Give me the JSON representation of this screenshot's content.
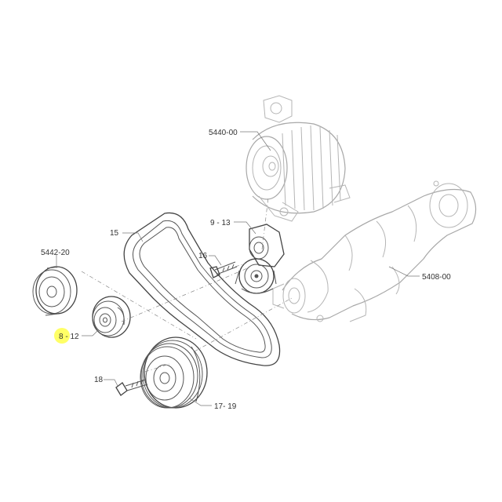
{
  "labels": {
    "alternator": "5440-00",
    "tensioner": "9 - 13",
    "belt": "15",
    "idler_pulley": "5442-20",
    "bolt_16": "16",
    "crankshaft": "5408-00",
    "roller_num": "8",
    "roller_rest": " - 12",
    "bolt_18": "18",
    "damper": "17- 19"
  },
  "colors": {
    "highlight": "#ffff66",
    "line": "#555555",
    "ghost": "#b5b5b5"
  }
}
